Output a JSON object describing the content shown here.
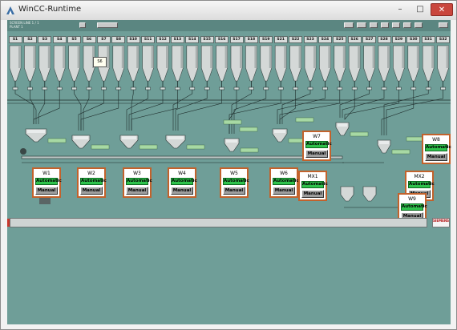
{
  "window": {
    "title": "WinCC-Runtime",
    "minimize": "–",
    "maximize": "□",
    "close": "✕"
  },
  "header": {
    "line1": "SCREEN LINE 1 / 1",
    "line2": "PLANT 1"
  },
  "silos": [
    "S1",
    "S2",
    "S3",
    "S4",
    "S5",
    "S6",
    "S7",
    "S8",
    "S10",
    "S11",
    "S12",
    "S13",
    "S14",
    "S15",
    "S16",
    "S17",
    "S18",
    "S19",
    "S21",
    "S22",
    "S23",
    "S24",
    "S25",
    "S26",
    "S27",
    "S28",
    "S29",
    "S30",
    "S31",
    "S32"
  ],
  "tooltip": "S6",
  "weighers": [
    "W1",
    "W2",
    "W3",
    "W4",
    "W5",
    "W6",
    "W7",
    "MX1",
    "MX2",
    "W8",
    "W9"
  ],
  "panels": [
    {
      "title": "W1",
      "auto": "Automatic",
      "manual": "Manual"
    },
    {
      "title": "W2",
      "auto": "Automatic",
      "manual": "Manual"
    },
    {
      "title": "W3",
      "auto": "Automatic",
      "manual": "Manual"
    },
    {
      "title": "W4",
      "auto": "Automatic",
      "manual": "Manual"
    },
    {
      "title": "W5",
      "auto": "Automatic",
      "manual": "Manual"
    },
    {
      "title": "W6",
      "auto": "Automatic",
      "manual": "Manual"
    },
    {
      "title": "W7",
      "auto": "Automatic",
      "manual": "Manual"
    },
    {
      "title": "MX1",
      "auto": "Automatic",
      "manual": "Manual"
    },
    {
      "title": "MX2",
      "auto": "Automatic",
      "manual": "Manual"
    },
    {
      "title": "W8",
      "auto": "Automatic",
      "manual": "Manual"
    },
    {
      "title": "W9",
      "auto": "Automatic",
      "manual": "Manual"
    }
  ],
  "colors": {
    "background": "#6f9e98",
    "panel_border": "#c2622c",
    "auto_green": "#2fc24c",
    "pipe": "#1d2b2a"
  },
  "logo": "SIEMENS"
}
